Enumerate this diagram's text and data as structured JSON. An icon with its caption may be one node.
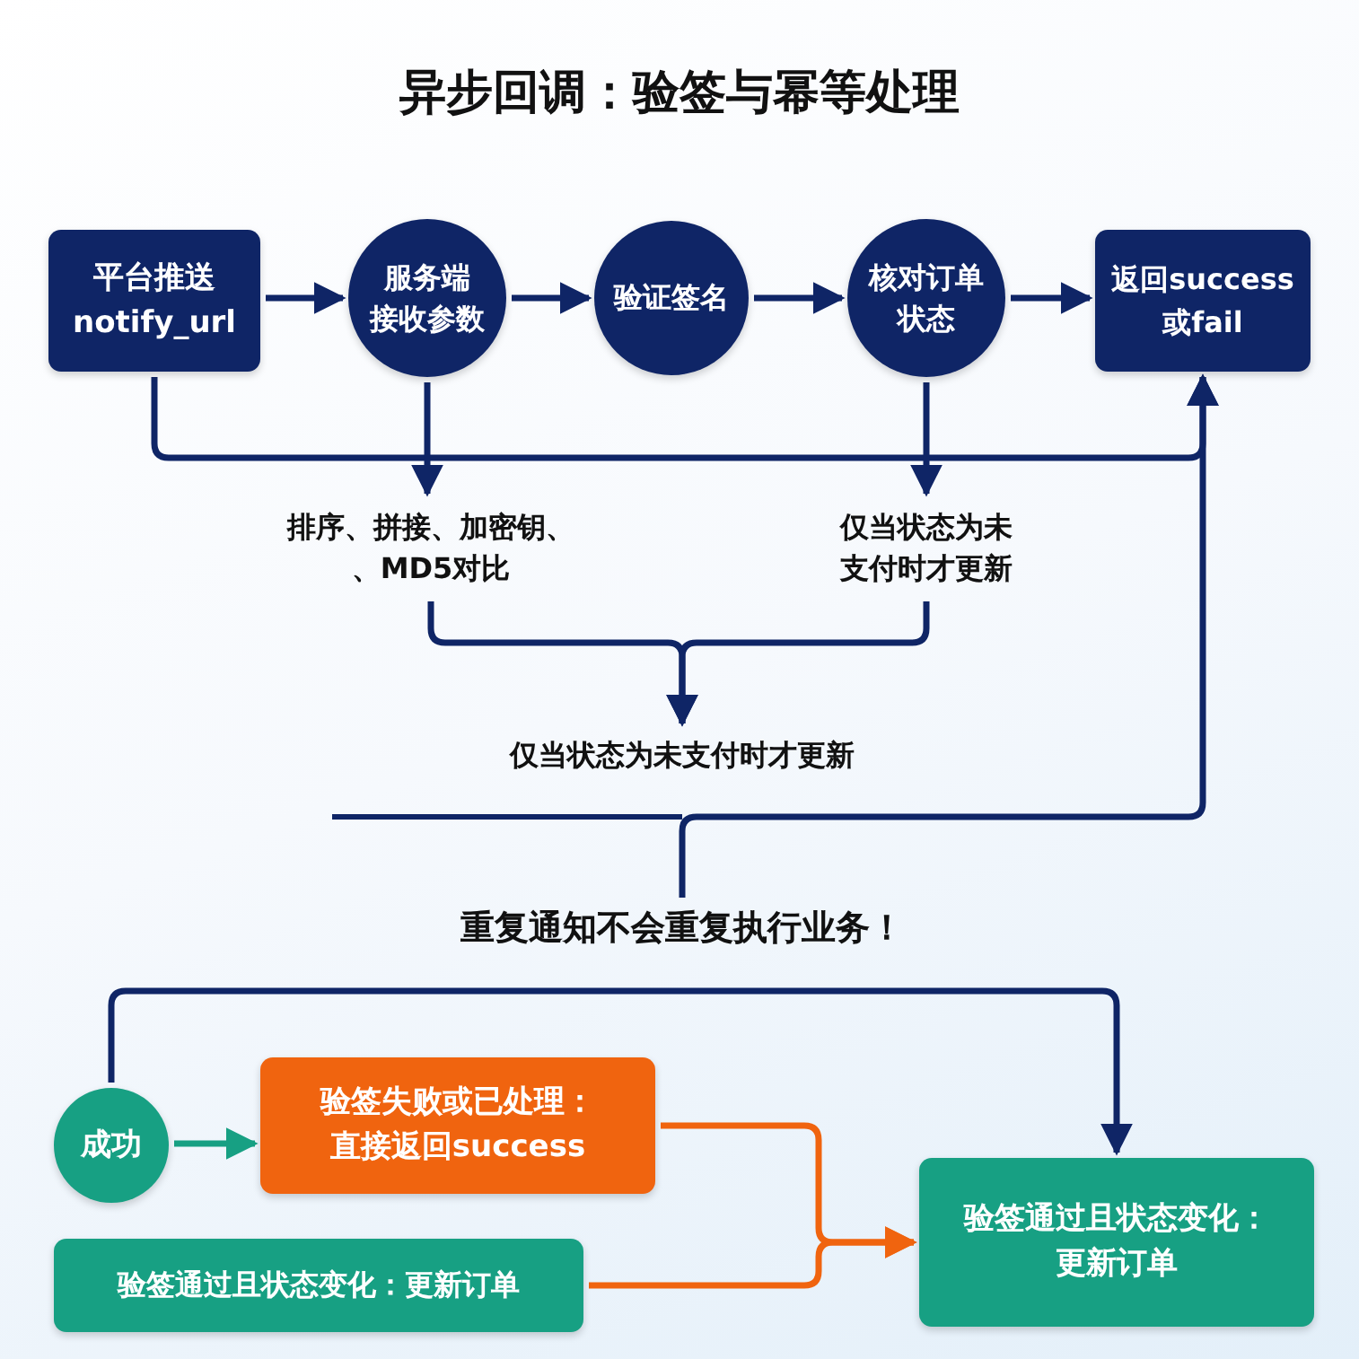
{
  "diagram": {
    "title": "异步回调：验签与幂等处理",
    "nodes": [
      {
        "text": [
          "平台推送 notify_url"
        ]
      },
      {
        "text": [
          "服务端接收参数"
        ]
      },
      {
        "text": [
          "验证签名"
        ]
      },
      {
        "text": [
          "核对订单状态"
        ]
      },
      {
        "text": [
          "返回success 或fail"
        ]
      },
      {
        "text": [
          "排序、拼接、加密钥、、MD5对比"
        ]
      },
      {
        "text": [
          "仅当状态为未支付时才更新"
        ]
      },
      {
        "text": [
          "仅当状态为未支付时才更新"
        ]
      },
      {
        "text": [
          "重复通知不会重复执行业务！"
        ]
      },
      {
        "text": [
          "成功"
        ]
      },
      {
        "text": [
          "验签失败或已处理：直接返回success"
        ]
      },
      {
        "text": [
          "验签通过且状态变化：更新订单"
        ]
      },
      {
        "text": [
          "验签通过且状态变化：更新订单"
        ]
      }
    ],
    "edges": [
      {
        "from": 0,
        "to": 1,
        "arrow": "to"
      },
      {
        "from": 1,
        "to": 2,
        "arrow": "to"
      },
      {
        "from": 2,
        "to": 3,
        "arrow": "to"
      },
      {
        "from": 3,
        "to": 4,
        "arrow": "to"
      },
      {
        "from": 0,
        "to": 4,
        "arrow": "to"
      },
      {
        "from": 1,
        "to": 5,
        "arrow": "to"
      },
      {
        "from": 3,
        "to": 6,
        "arrow": "to"
      },
      {
        "from": 5,
        "to": 7,
        "arrow": "to"
      },
      {
        "from": 6,
        "to": 7,
        "arrow": "to"
      },
      {
        "from": 8,
        "to": 4,
        "arrow": "to"
      },
      {
        "from": 9,
        "to": 10,
        "arrow": "to",
        "color": "#17a083"
      },
      {
        "from": 9,
        "to": 12,
        "arrow": "to"
      },
      {
        "from": 10,
        "to": 12,
        "arrow": "to",
        "color": "#f0640f"
      },
      {
        "from": 11,
        "to": 12,
        "arrow": "to",
        "color": "#f0640f"
      }
    ]
  }
}
